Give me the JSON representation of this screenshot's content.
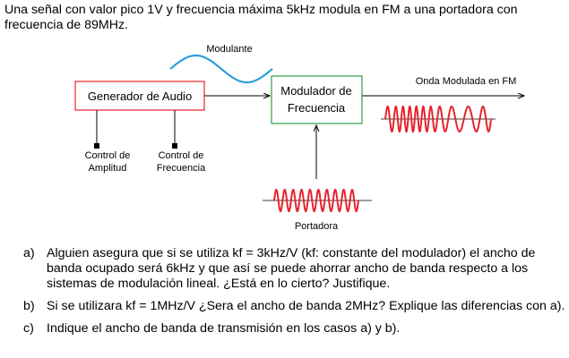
{
  "intro": "Una señal con valor pico 1V y frecuencia máxima 5kHz modula en FM a una portadora con frecuencia de 89MHz.",
  "diagram": {
    "modulante_label": "Modulante",
    "generator_label": "Generador de Audio",
    "modulator_line1": "Modulador de",
    "modulator_line2": "Frecuencia",
    "output_label": "Onda Modulada en FM",
    "control_amp_line1": "Control de",
    "control_amp_line2": "Amplitud",
    "control_freq_line1": "Control de",
    "control_freq_line2": "Frecuencia",
    "carrier_label": "Portadora",
    "colors": {
      "wave": "#e8232d",
      "modulante_wave": "#2e9fdc",
      "generator_border": "#e8232d",
      "modulator_border": "#2ea043",
      "lines": "#000000"
    }
  },
  "questions": [
    {
      "marker": "a)",
      "text": "Alguien asegura que si se utiliza kf = 3kHz/V (kf: constante del modulador) el ancho de banda ocupado será 6kHz y que así se puede ahorrar ancho de banda respecto a los sistemas de modulación lineal. ¿Está en lo cierto? Justifique."
    },
    {
      "marker": "b)",
      "text": "Si se utilizara kf = 1MHz/V ¿Sera el ancho de banda 2MHz? Explique las diferencias con a)."
    },
    {
      "marker": "c)",
      "text": "Indique el ancho de banda de transmisión en los casos a) y b)."
    }
  ]
}
